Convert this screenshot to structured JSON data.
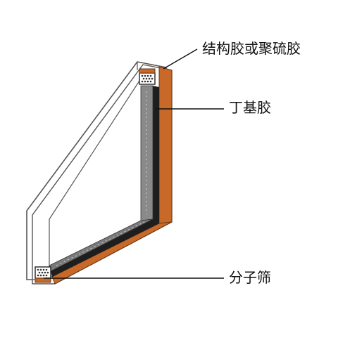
{
  "labels": {
    "structural_sealant": "结构胶或聚硫胶",
    "butyl_sealant": "丁基胶",
    "molecular_sieve": "分子筛"
  },
  "colors": {
    "outer_sealant": "#c8692a",
    "butyl": "#1e1e1e",
    "spacer": "#8a8a8a",
    "glass_edge": "#555555",
    "background": "#ffffff"
  }
}
